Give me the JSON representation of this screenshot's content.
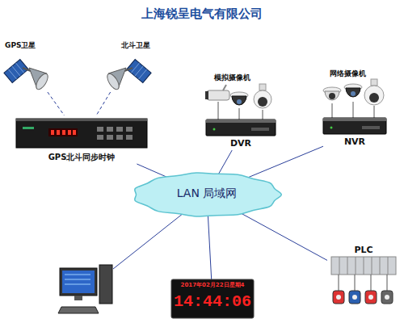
{
  "diagram": {
    "title": "上海锐呈电气有限公司",
    "nodes": [
      {
        "text": [
          "GPS卫星"
        ]
      },
      {
        "text": [
          "北斗卫星"
        ]
      },
      {
        "text": [
          "GPS北斗同步时钟"
        ]
      },
      {
        "text": [
          "DVR"
        ]
      },
      {
        "text": [
          "NVR"
        ]
      },
      {
        "text": [
          "LAN 局域网"
        ]
      },
      {
        "text": []
      },
      {
        "text": [
          "2017年02月22日星期4",
          "14:44:06"
        ]
      },
      {
        "text": [
          "PLC"
        ]
      }
    ],
    "edges": [
      {
        "from": 0,
        "to": 2,
        "arrow": "none"
      },
      {
        "from": 1,
        "to": 2,
        "arrow": "none"
      },
      {
        "from": 2,
        "to": 5,
        "arrow": "none"
      },
      {
        "from": 3,
        "to": 5,
        "arrow": "none"
      },
      {
        "from": 4,
        "to": 5,
        "arrow": "none"
      },
      {
        "from": 6,
        "to": 5,
        "arrow": "none"
      },
      {
        "from": 7,
        "to": 5,
        "arrow": "none"
      },
      {
        "from": 8,
        "to": 5,
        "arrow": "none"
      }
    ],
    "labels": [
      "模拟摄像机",
      "网络摄像机"
    ]
  }
}
